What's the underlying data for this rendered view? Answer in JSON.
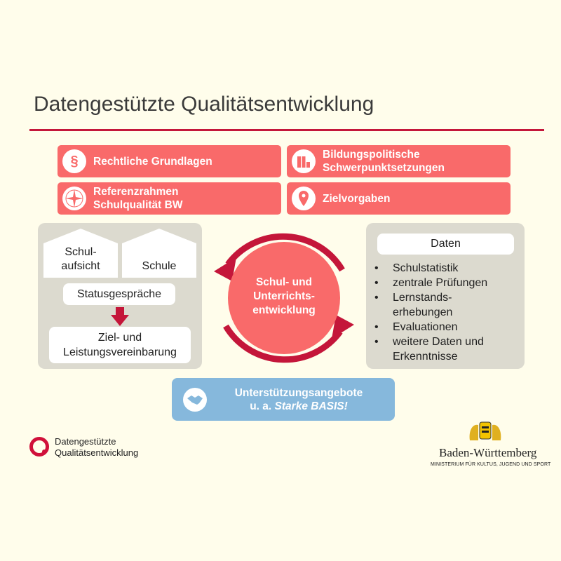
{
  "title": "Datengestützte Qualitätsentwicklung",
  "boxes": [
    {
      "label": "Rechtliche Grundlagen",
      "icon": "paragraph-icon"
    },
    {
      "label": "Bildungspolitische Schwerpunktsetzungen",
      "icon": "bar-chart-icon"
    },
    {
      "label": "Referenzrahmen Schulqualität BW",
      "icon": "compass-icon"
    },
    {
      "label": "Zielvorgaben",
      "icon": "location-pin-icon"
    }
  ],
  "left": {
    "house1": "Schul-aufsicht",
    "house2": "Schule",
    "status": "Statusgespräche",
    "agreement": "Ziel- und Leistungsvereinbarung"
  },
  "center": "Schul- und Unterrichts-entwicklung",
  "right": {
    "heading": "Daten",
    "items": [
      "Schulstatistik",
      "zentrale Prüfungen",
      "Lernstands-erhebungen",
      "Evaluationen",
      "weitere Daten und Erkenntnisse"
    ]
  },
  "support": {
    "line1": "Unterstützungsangebote",
    "prefix": "u. a. ",
    "emph": "Starke BASIS!"
  },
  "footer": {
    "logo_text": "Datengestützte Qualitätsentwicklung",
    "state": "Baden-Württemberg",
    "ministry": "MINISTERIUM FÜR KULTUS, JUGEND UND SPORT"
  },
  "colors": {
    "red": "#f96a6a",
    "darkred": "#c4163a",
    "gray": "#dcdacf",
    "blue": "#86b8dc"
  }
}
